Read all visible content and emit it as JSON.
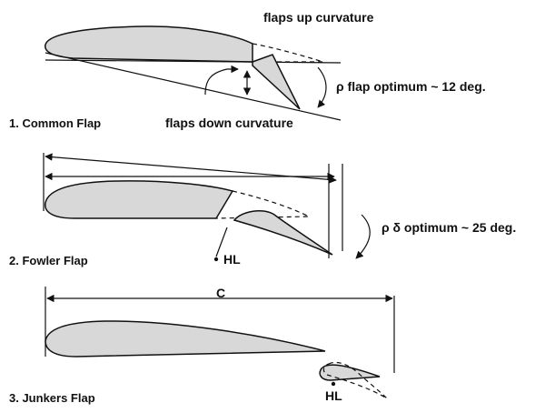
{
  "common_flap": {
    "caption": "1. Common Flap",
    "up_label": "flaps up curvature",
    "down_label": "flaps down curvature",
    "angle_label": "ρ flap optimum ~ 12 deg."
  },
  "fowler_flap": {
    "caption": "2. Fowler Flap",
    "hinge_label": "HL",
    "angle_label": "ρ δ optimum ~ 25 deg."
  },
  "junkers_flap": {
    "caption": "3. Junkers Flap",
    "hinge_label": "HL",
    "chord_label": "C"
  },
  "colors": {
    "airfoil_fill": "#d8d8d8",
    "ink": "#111111"
  }
}
